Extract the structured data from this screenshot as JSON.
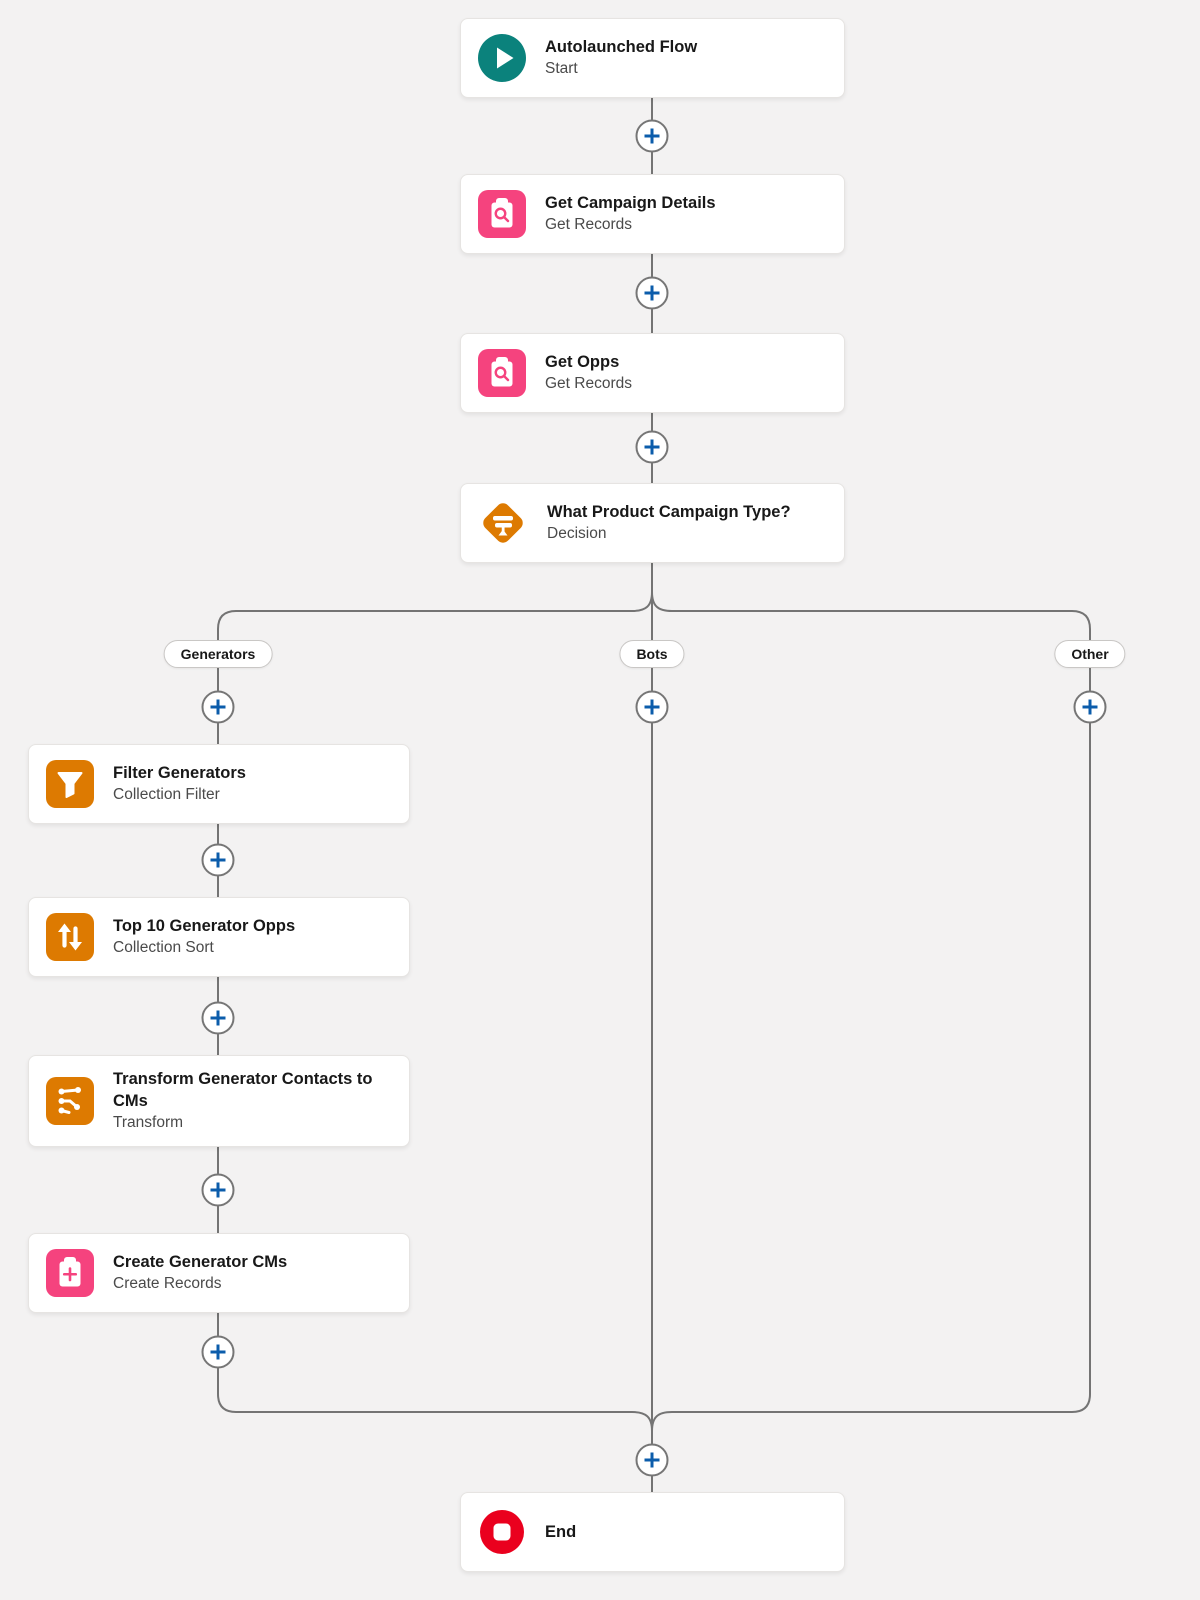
{
  "colors": {
    "canvas_background": "#f3f2f2",
    "connector_gray": "#747474",
    "add_plus_blue": "#0b5cab",
    "data_element_pink": "#f5437e",
    "logic_element_orange": "#dd7a01",
    "start_element_teal": "#0b827c",
    "end_element_red": "#ea001e",
    "card_background": "#ffffff"
  },
  "branches": [
    {
      "label": "Generators"
    },
    {
      "label": "Bots"
    },
    {
      "label": "Other"
    }
  ],
  "nodes": {
    "start": {
      "title": "Autolaunched Flow",
      "subtitle": "Start",
      "icon": "play-icon"
    },
    "get_campaign_details": {
      "title": "Get Campaign Details",
      "subtitle": "Get Records",
      "icon": "record-lookup-icon"
    },
    "get_opps": {
      "title": "Get Opps",
      "subtitle": "Get Records",
      "icon": "record-lookup-icon"
    },
    "decision": {
      "title": "What Product Campaign Type?",
      "subtitle": "Decision",
      "icon": "signpost-decision-icon"
    },
    "filter_generators": {
      "title": "Filter Generators",
      "subtitle": "Collection Filter",
      "icon": "filter-icon"
    },
    "top_10_generator_opps": {
      "title": "Top 10 Generator Opps",
      "subtitle": "Collection Sort",
      "icon": "sort-arrows-icon"
    },
    "transform_generator_contacts": {
      "title": "Transform Generator Contacts to CMs",
      "subtitle": "Transform",
      "icon": "transform-icon"
    },
    "create_generator_cms": {
      "title": "Create Generator CMs",
      "subtitle": "Create Records",
      "icon": "record-create-icon"
    },
    "end": {
      "title": "End",
      "icon": "stop-icon"
    }
  }
}
